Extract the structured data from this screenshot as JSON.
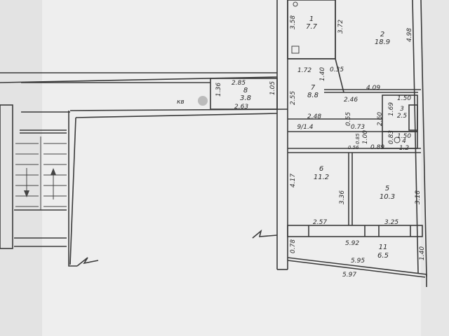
{
  "rooms": [
    {
      "id": "1",
      "number": "1",
      "area": "7.7"
    },
    {
      "id": "2",
      "number": "2",
      "area": "18.9"
    },
    {
      "id": "3",
      "number": "3",
      "area": "2.5"
    },
    {
      "id": "4",
      "number": "4",
      "area": "1.2"
    },
    {
      "id": "5",
      "number": "5",
      "area": "10.3"
    },
    {
      "id": "6",
      "number": "6",
      "area": "11.2"
    },
    {
      "id": "7",
      "number": "7",
      "area": "8.8"
    },
    {
      "id": "8",
      "number": "8",
      "area": "3.8"
    },
    {
      "id": "9",
      "number": "9/1.4",
      "area": ""
    },
    {
      "id": "11",
      "number": "11",
      "area": "6.5"
    }
  ],
  "dims": {
    "d358": "3.58",
    "d372": "3.72",
    "d498": "4.98",
    "d172": "1.72",
    "d140": "1.40",
    "d035": "0.35",
    "d409": "4.09",
    "d150a": "1.50",
    "d246": "2.46",
    "d255": "2.55",
    "d105": "1.05",
    "d285": "2.85",
    "d136": "1.36",
    "d263": "2.63",
    "d248": "2.48",
    "d055": "0.55",
    "d073": "0.73",
    "d260": "2.60",
    "d169": "1.69",
    "d083": "0.83",
    "d150b": "1.50",
    "d100": "1.00",
    "d056": "0.56",
    "d085": "0.85",
    "d089": "0.89",
    "d417": "4.17",
    "d336": "3.36",
    "d318": "3.18",
    "d257": "2.57",
    "d325": "3.25",
    "d078": "0.78",
    "d592": "5.92",
    "d595": "5.95",
    "d597": "5.97",
    "d140b": "1.40"
  },
  "annotations": {
    "kv": "кв"
  }
}
